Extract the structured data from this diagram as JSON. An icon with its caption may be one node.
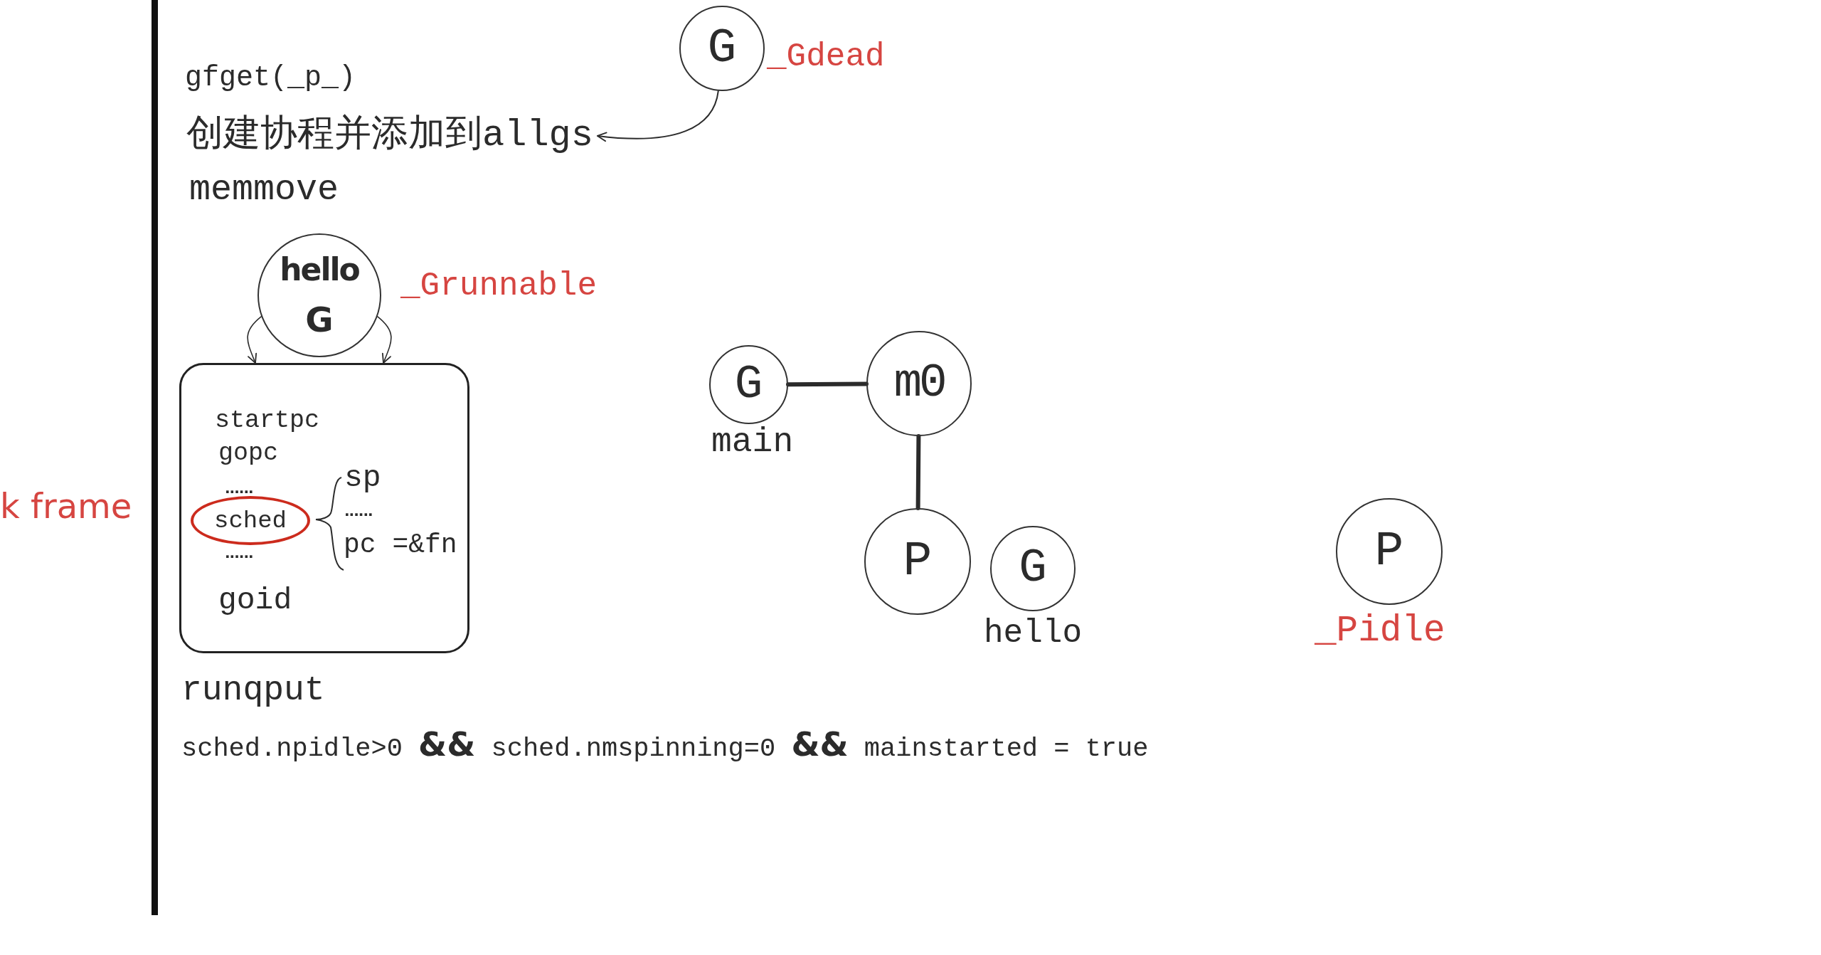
{
  "diagram": {
    "nodes": [
      {
        "text": [
          "G"
        ],
        "beside": [
          "_Gdead"
        ]
      },
      {
        "text": [
          "创建协程并添加到allgs"
        ]
      },
      {
        "text": [
          "hello",
          "G"
        ],
        "beside": [
          "_Grunnable"
        ]
      },
      {
        "text": [
          "startpc",
          "gopc",
          "......",
          "sp",
          "......",
          "pc =&fn",
          "......",
          "goid"
        ]
      },
      {
        "text": [
          "sched"
        ],
        "in": 3
      },
      {
        "text": [
          "G"
        ],
        "beside": [
          "main"
        ]
      },
      {
        "text": [
          "m0"
        ]
      },
      {
        "text": [
          "P"
        ]
      },
      {
        "text": [
          "G"
        ],
        "beside": [
          "hello"
        ]
      },
      {
        "text": [
          "P"
        ],
        "beside": [
          "_Pidle"
        ]
      }
    ],
    "edges": [
      {
        "from": 0,
        "to": 1,
        "arrow": "to"
      },
      {
        "from": 2,
        "to": 3,
        "arrow": "to"
      },
      {
        "from": 2,
        "to": 3,
        "arrow": "to"
      },
      {
        "from": 5,
        "to": 6,
        "arrow": "none",
        "style": "thick"
      },
      {
        "from": 6,
        "to": 7,
        "arrow": "none",
        "style": "thick"
      }
    ],
    "labels": [
      "gfget(_p_)",
      "memmove",
      "k frame",
      "runqput",
      "sched.npidle>0 **&&** sched.nmspinning=0 **&&** mainstarted = true"
    ]
  }
}
